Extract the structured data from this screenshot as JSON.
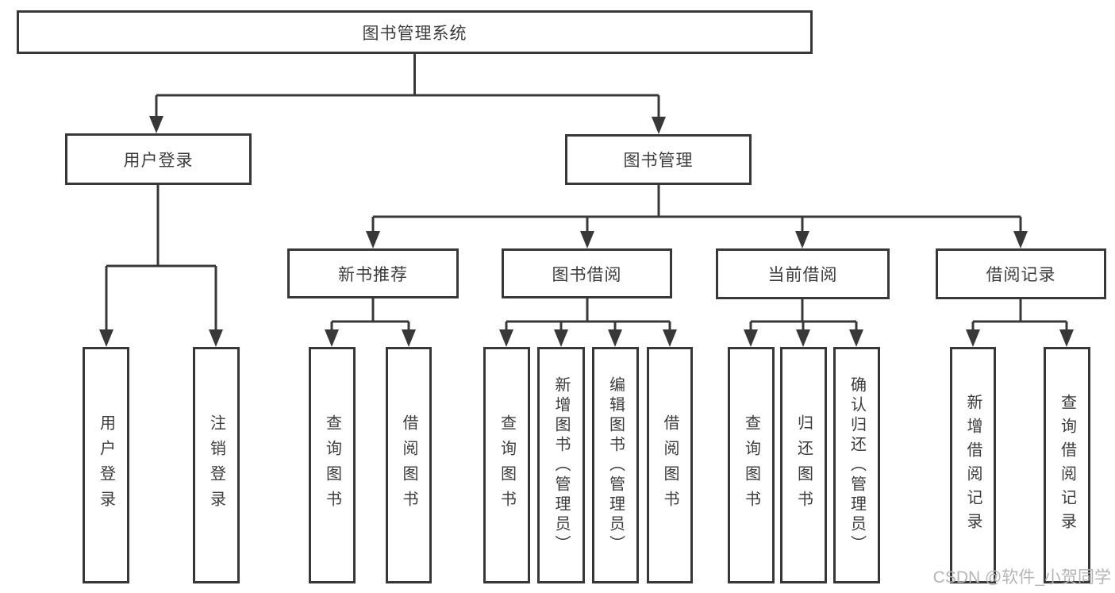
{
  "diagram": {
    "nodes": {
      "root": "图书管理系统",
      "user_login": "用户登录",
      "book_mgmt": "图书管理",
      "new_book_rec": "新书推荐",
      "book_borrow": "图书借阅",
      "current_borrow": "当前借阅",
      "borrow_record": "借阅记录"
    },
    "leaves": [
      {
        "label": "用户登录"
      },
      {
        "label": "注销登录"
      },
      {
        "label": "查询图书"
      },
      {
        "label": "借阅图书"
      },
      {
        "label": "查询图书"
      },
      {
        "label": "新增图书（管理员）"
      },
      {
        "label": "编辑图书（管理员）"
      },
      {
        "label": "借阅图书"
      },
      {
        "label": "查询图书"
      },
      {
        "label": "归还图书"
      },
      {
        "label": "确认归还（管理员）"
      },
      {
        "label": "新增借阅记录"
      },
      {
        "label": "查询借阅记录"
      }
    ],
    "edges_note": "tree: root -> [用户登录, 图书管理]; 用户登录 -> [用户登录, 注销登录]; 图书管理 -> [新书推荐, 图书借阅, 当前借阅, 借阅记录]; 新书推荐 -> [查询图书, 借阅图书]; 图书借阅 -> [查询图书, 新增图书（管理员）, 编辑图书（管理员）, 借阅图书]; 当前借阅 -> [查询图书, 归还图书, 确认归还（管理员）]; 借阅记录 -> [新增借阅记录, 查询借阅记录]"
  },
  "watermark": "CSDN @软件_小贺同学",
  "colors": {
    "line": "#383838",
    "text": "#3c3c3c",
    "watermark": "#b5b5b5",
    "background": "#ffffff"
  }
}
